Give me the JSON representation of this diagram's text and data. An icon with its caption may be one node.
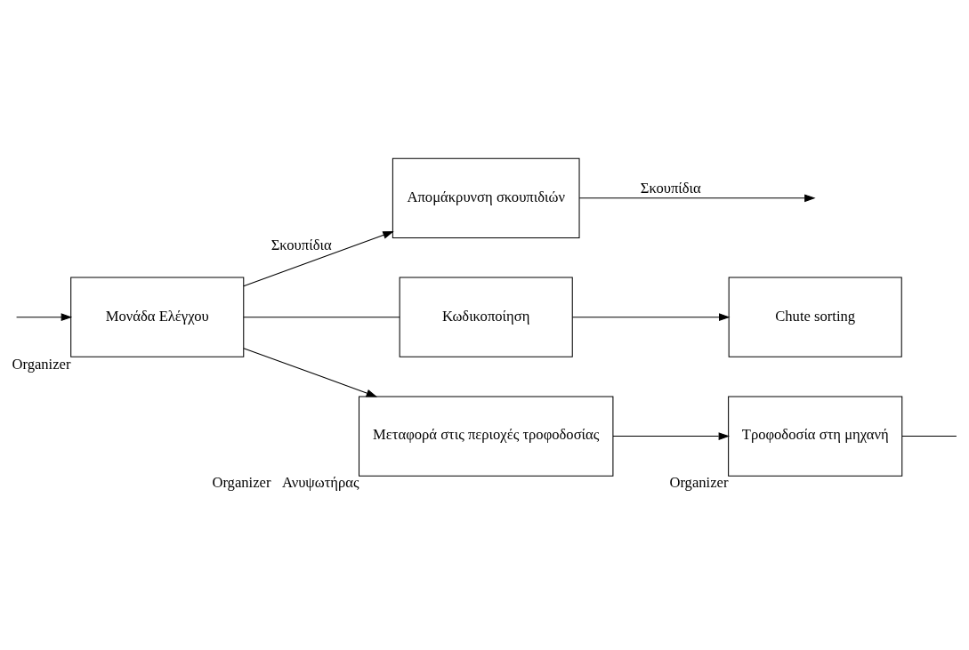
{
  "diagram": {
    "nodes": [
      {
        "text": [
          "Απομάκρυνση σκουπιδιών"
        ]
      },
      {
        "text": [
          "Κωδικοποίηση"
        ]
      },
      {
        "text": [
          "Chute sorting"
        ]
      },
      {
        "text": [
          "Μονάδα Ελέγχου"
        ],
        "beside": [
          "Organizer"
        ]
      },
      {
        "text": [
          "Μεταφορά στις περιοχές τροφοδοσίας"
        ],
        "beside": [
          "Organizer",
          "Ανυψωτήρας"
        ]
      },
      {
        "text": [
          "Τροφοδοσία στη μηχανή"
        ],
        "beside": [
          "Organizer"
        ]
      }
    ],
    "edges": [
      {
        "from": 3,
        "to": 0,
        "arrow": "to",
        "label": "Σκουπίδια"
      },
      {
        "from": 0,
        "to": null,
        "arrow": "to",
        "label": "Σκουπίδια"
      },
      {
        "from": 3,
        "to": 1,
        "arrow": "none"
      },
      {
        "from": 1,
        "to": 2,
        "arrow": "to"
      },
      {
        "from": null,
        "to": 3,
        "arrow": "to"
      },
      {
        "from": 3,
        "to": 4,
        "arrow": "to"
      },
      {
        "from": 4,
        "to": 5,
        "arrow": "to"
      },
      {
        "from": 5,
        "to": null,
        "arrow": "none"
      }
    ]
  }
}
